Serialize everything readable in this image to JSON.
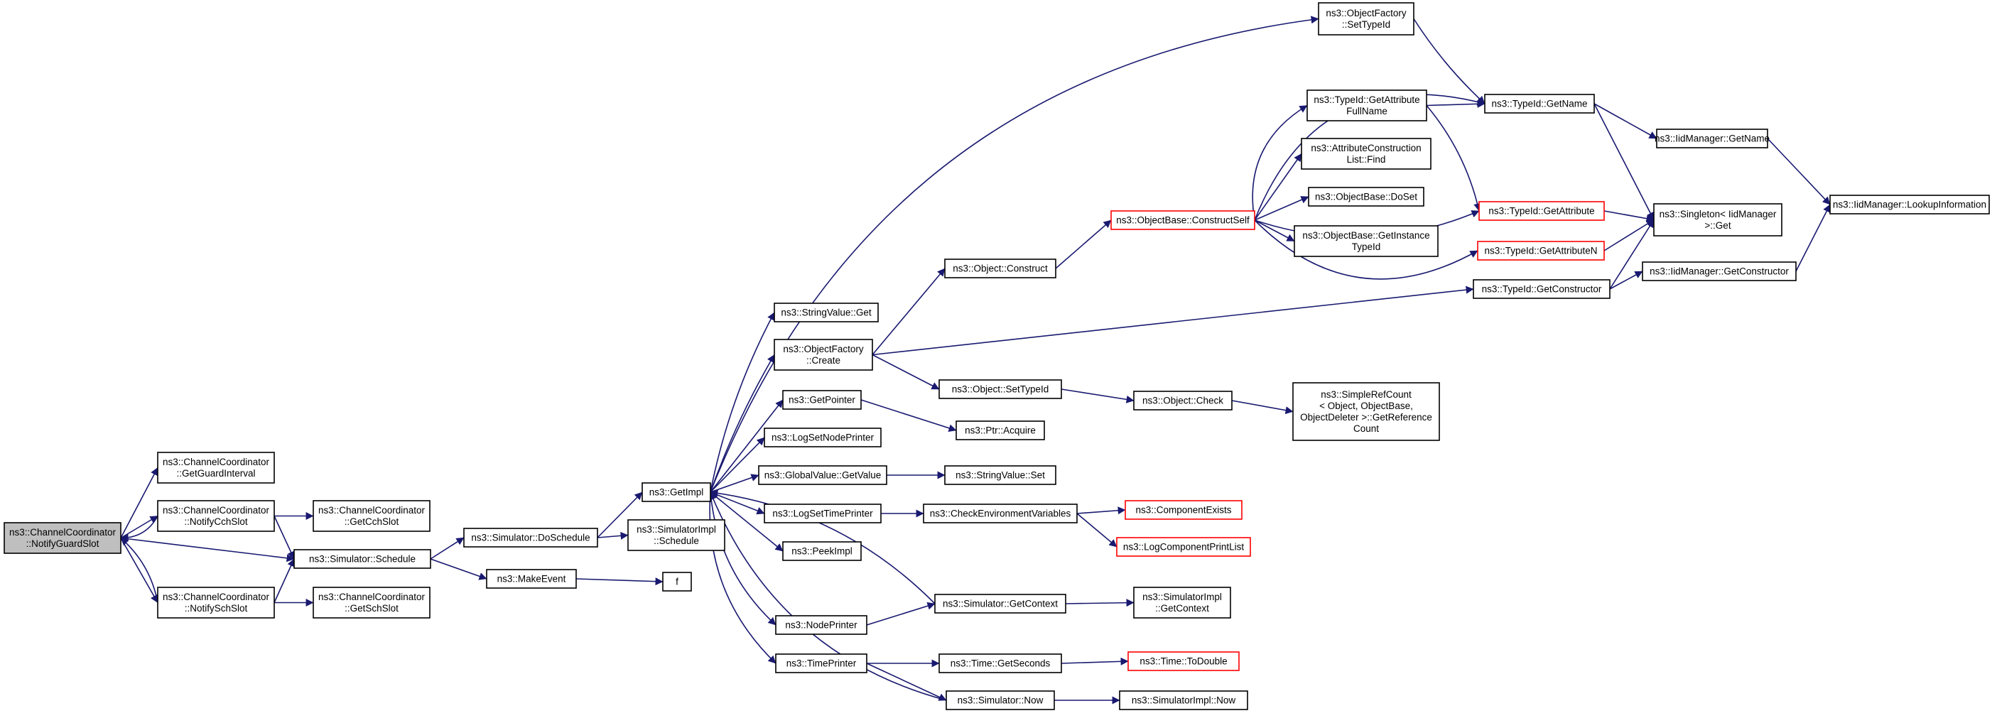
{
  "diagram": {
    "title": "",
    "arrow_color": "#191970",
    "highlight_border_color": "#ff0000",
    "focus_fill": "#bfbfbf",
    "nodes": [
      {
        "id": "n0",
        "lines": [
          "ns3::ChannelCoordinator",
          "::NotifyGuardSlot"
        ],
        "focus": true
      },
      {
        "id": "n1",
        "lines": [
          "ns3::ChannelCoordinator",
          "::GetGuardInterval"
        ]
      },
      {
        "id": "n2",
        "lines": [
          "ns3::ChannelCoordinator",
          "::NotifyCchSlot"
        ]
      },
      {
        "id": "n3",
        "lines": [
          "ns3::ChannelCoordinator",
          "::NotifySchSlot"
        ]
      },
      {
        "id": "n4",
        "lines": [
          "ns3::ChannelCoordinator",
          "::GetCchSlot"
        ]
      },
      {
        "id": "n5",
        "lines": [
          "ns3::ChannelCoordinator",
          "::GetSchSlot"
        ]
      },
      {
        "id": "n6",
        "lines": [
          "ns3::Simulator::Schedule"
        ]
      },
      {
        "id": "n7",
        "lines": [
          "ns3::Simulator::DoSchedule"
        ]
      },
      {
        "id": "n8",
        "lines": [
          "ns3::MakeEvent"
        ]
      },
      {
        "id": "n9",
        "lines": [
          "f"
        ]
      },
      {
        "id": "n10",
        "lines": [
          "ns3::GetImpl"
        ]
      },
      {
        "id": "n11",
        "lines": [
          "ns3::SimulatorImpl",
          "::Schedule"
        ]
      },
      {
        "id": "n12",
        "lines": [
          "ns3::StringValue::Get"
        ]
      },
      {
        "id": "n13",
        "lines": [
          "ns3::ObjectFactory",
          "::Create"
        ]
      },
      {
        "id": "n14",
        "lines": [
          "ns3::GetPointer"
        ]
      },
      {
        "id": "n15",
        "lines": [
          "ns3::LogSetNodePrinter"
        ]
      },
      {
        "id": "n16",
        "lines": [
          "ns3::GlobalValue::GetValue"
        ]
      },
      {
        "id": "n17",
        "lines": [
          "ns3::LogSetTimePrinter"
        ]
      },
      {
        "id": "n18",
        "lines": [
          "ns3::PeekImpl"
        ]
      },
      {
        "id": "n19",
        "lines": [
          "ns3::NodePrinter"
        ]
      },
      {
        "id": "n20",
        "lines": [
          "ns3::TimePrinter"
        ]
      },
      {
        "id": "n21",
        "lines": [
          "ns3::Object::Construct"
        ]
      },
      {
        "id": "n22",
        "lines": [
          "ns3::Object::SetTypeId"
        ]
      },
      {
        "id": "n23",
        "lines": [
          "ns3::Ptr::Acquire"
        ]
      },
      {
        "id": "n24",
        "lines": [
          "ns3::StringValue::Set"
        ]
      },
      {
        "id": "n25",
        "lines": [
          "ns3::CheckEnvironmentVariables"
        ]
      },
      {
        "id": "n26",
        "lines": [
          "ns3::Simulator::GetContext"
        ]
      },
      {
        "id": "n27",
        "lines": [
          "ns3::Time::GetSeconds"
        ]
      },
      {
        "id": "n28",
        "lines": [
          "ns3::Simulator::Now"
        ]
      },
      {
        "id": "n29",
        "lines": [
          "ns3::ObjectBase::ConstructSelf"
        ],
        "red": true
      },
      {
        "id": "n30",
        "lines": [
          "ns3::Object::Check"
        ]
      },
      {
        "id": "n31",
        "lines": [
          "ns3::ComponentExists"
        ],
        "red": true
      },
      {
        "id": "n32",
        "lines": [
          "ns3::LogComponentPrintList"
        ],
        "red": true
      },
      {
        "id": "n33",
        "lines": [
          "ns3::SimulatorImpl",
          "::GetContext"
        ]
      },
      {
        "id": "n34",
        "lines": [
          "ns3::Time::ToDouble"
        ],
        "red": true
      },
      {
        "id": "n35",
        "lines": [
          "ns3::SimulatorImpl::Now"
        ]
      },
      {
        "id": "n36",
        "lines": [
          "ns3::ObjectFactory",
          "::SetTypeId"
        ]
      },
      {
        "id": "n37",
        "lines": [
          "ns3::TypeId::GetAttribute",
          "FullName"
        ]
      },
      {
        "id": "n38",
        "lines": [
          "ns3::AttributeConstruction",
          "List::Find"
        ]
      },
      {
        "id": "n39",
        "lines": [
          "ns3::ObjectBase::DoSet"
        ]
      },
      {
        "id": "n40",
        "lines": [
          "ns3::ObjectBase::GetInstance",
          "TypeId"
        ]
      },
      {
        "id": "n41",
        "lines": [
          "ns3::SimpleRefCount",
          "< Object, ObjectBase,",
          "ObjectDeleter >::GetReference",
          "Count"
        ]
      },
      {
        "id": "n42",
        "lines": [
          "ns3::TypeId::GetName"
        ]
      },
      {
        "id": "n43",
        "lines": [
          "ns3::TypeId::GetAttribute"
        ],
        "red": true
      },
      {
        "id": "n44",
        "lines": [
          "ns3::TypeId::GetAttributeN"
        ],
        "red": true
      },
      {
        "id": "n45",
        "lines": [
          "ns3::TypeId::GetConstructor"
        ]
      },
      {
        "id": "n46",
        "lines": [
          "ns3::IidManager::GetName"
        ]
      },
      {
        "id": "n47",
        "lines": [
          "ns3::Singleton< IidManager",
          "&gt;::Get"
        ]
      },
      {
        "id": "n48",
        "lines": [
          "ns3::IidManager::GetConstructor"
        ]
      },
      {
        "id": "n49",
        "lines": [
          "ns3::IidManager::LookupInformation"
        ]
      }
    ],
    "edges": [
      [
        "n0",
        "n1"
      ],
      [
        "n0",
        "n2"
      ],
      [
        "n0",
        "n6"
      ],
      [
        "n0",
        "n3"
      ],
      [
        "n2",
        "n0"
      ],
      [
        "n2",
        "n4"
      ],
      [
        "n2",
        "n6"
      ],
      [
        "n3",
        "n0"
      ],
      [
        "n3",
        "n5"
      ],
      [
        "n3",
        "n6"
      ],
      [
        "n6",
        "n7"
      ],
      [
        "n6",
        "n8"
      ],
      [
        "n7",
        "n10"
      ],
      [
        "n7",
        "n11"
      ],
      [
        "n8",
        "n9"
      ],
      [
        "n10",
        "n36"
      ],
      [
        "n10",
        "n12"
      ],
      [
        "n10",
        "n13"
      ],
      [
        "n10",
        "n14"
      ],
      [
        "n10",
        "n15"
      ],
      [
        "n10",
        "n16"
      ],
      [
        "n10",
        "n17"
      ],
      [
        "n10",
        "n18"
      ],
      [
        "n10",
        "n19"
      ],
      [
        "n10",
        "n20"
      ],
      [
        "n26",
        "n10"
      ],
      [
        "n28",
        "n10"
      ],
      [
        "n13",
        "n21"
      ],
      [
        "n13",
        "n22"
      ],
      [
        "n13",
        "n45"
      ],
      [
        "n14",
        "n23"
      ],
      [
        "n16",
        "n24"
      ],
      [
        "n17",
        "n25"
      ],
      [
        "n19",
        "n26"
      ],
      [
        "n20",
        "n27"
      ],
      [
        "n20",
        "n28"
      ],
      [
        "n21",
        "n29"
      ],
      [
        "n22",
        "n30"
      ],
      [
        "n25",
        "n31"
      ],
      [
        "n25",
        "n32"
      ],
      [
        "n26",
        "n33"
      ],
      [
        "n27",
        "n34"
      ],
      [
        "n28",
        "n35"
      ],
      [
        "n29",
        "n37"
      ],
      [
        "n29",
        "n38"
      ],
      [
        "n29",
        "n39"
      ],
      [
        "n29",
        "n40"
      ],
      [
        "n29",
        "n42"
      ],
      [
        "n29",
        "n43"
      ],
      [
        "n29",
        "n44"
      ],
      [
        "n30",
        "n41"
      ],
      [
        "n36",
        "n42"
      ],
      [
        "n37",
        "n42"
      ],
      [
        "n37",
        "n43"
      ],
      [
        "n42",
        "n46"
      ],
      [
        "n42",
        "n47"
      ],
      [
        "n43",
        "n47"
      ],
      [
        "n44",
        "n47"
      ],
      [
        "n45",
        "n47"
      ],
      [
        "n45",
        "n48"
      ],
      [
        "n46",
        "n49"
      ],
      [
        "n48",
        "n49"
      ]
    ]
  }
}
